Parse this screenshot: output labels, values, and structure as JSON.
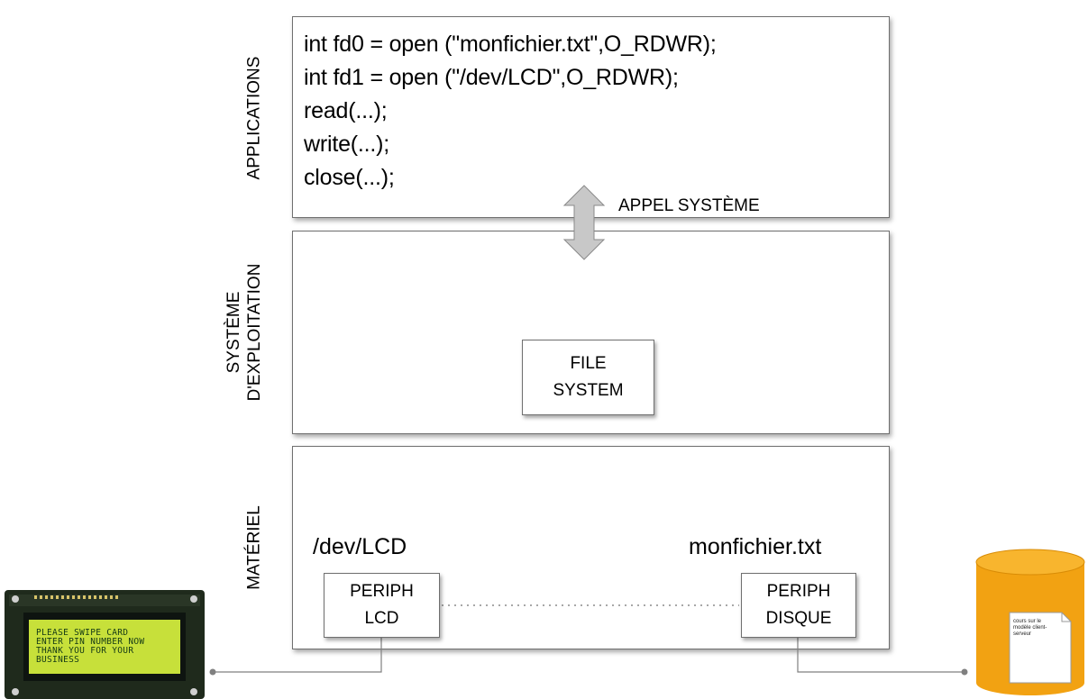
{
  "layers": {
    "applications": "APPLICATIONS",
    "os_line1": "SYSTÈME",
    "os_line2": "D'EXPLOITATION",
    "hardware": "MATÉRIEL"
  },
  "code_lines": [
    "int fd0 = open (\"monfichier.txt\",O_RDWR);",
    "int fd1 = open (\"/dev/LCD\",O_RDWR);",
    "read(...);",
    "write(...);",
    "close(...);"
  ],
  "syscall_label": "APPEL SYSTÈME",
  "file_system": {
    "line1": "FILE",
    "line2": "SYSTEM"
  },
  "lcd_device": {
    "path": "/dev/LCD",
    "line1": "PERIPH",
    "line2": "LCD"
  },
  "disk_device": {
    "path": "monfichier.txt",
    "line1": "PERIPH",
    "line2": "DISQUE"
  },
  "lcd_screen_lines": [
    "PLEASE SWIPE CARD",
    "ENTER PIN NUMBER NOW",
    "THANK YOU FOR YOUR",
    "BUSINESS"
  ],
  "document_text": "cours sur le modèle client-serveur",
  "colors": {
    "arrow_fill": "#c8c8c8",
    "lcd_screen": "#c7e03a",
    "lcd_board": "#1f2a1c",
    "disk_fill": "#f2a212",
    "connector": "#808080"
  }
}
